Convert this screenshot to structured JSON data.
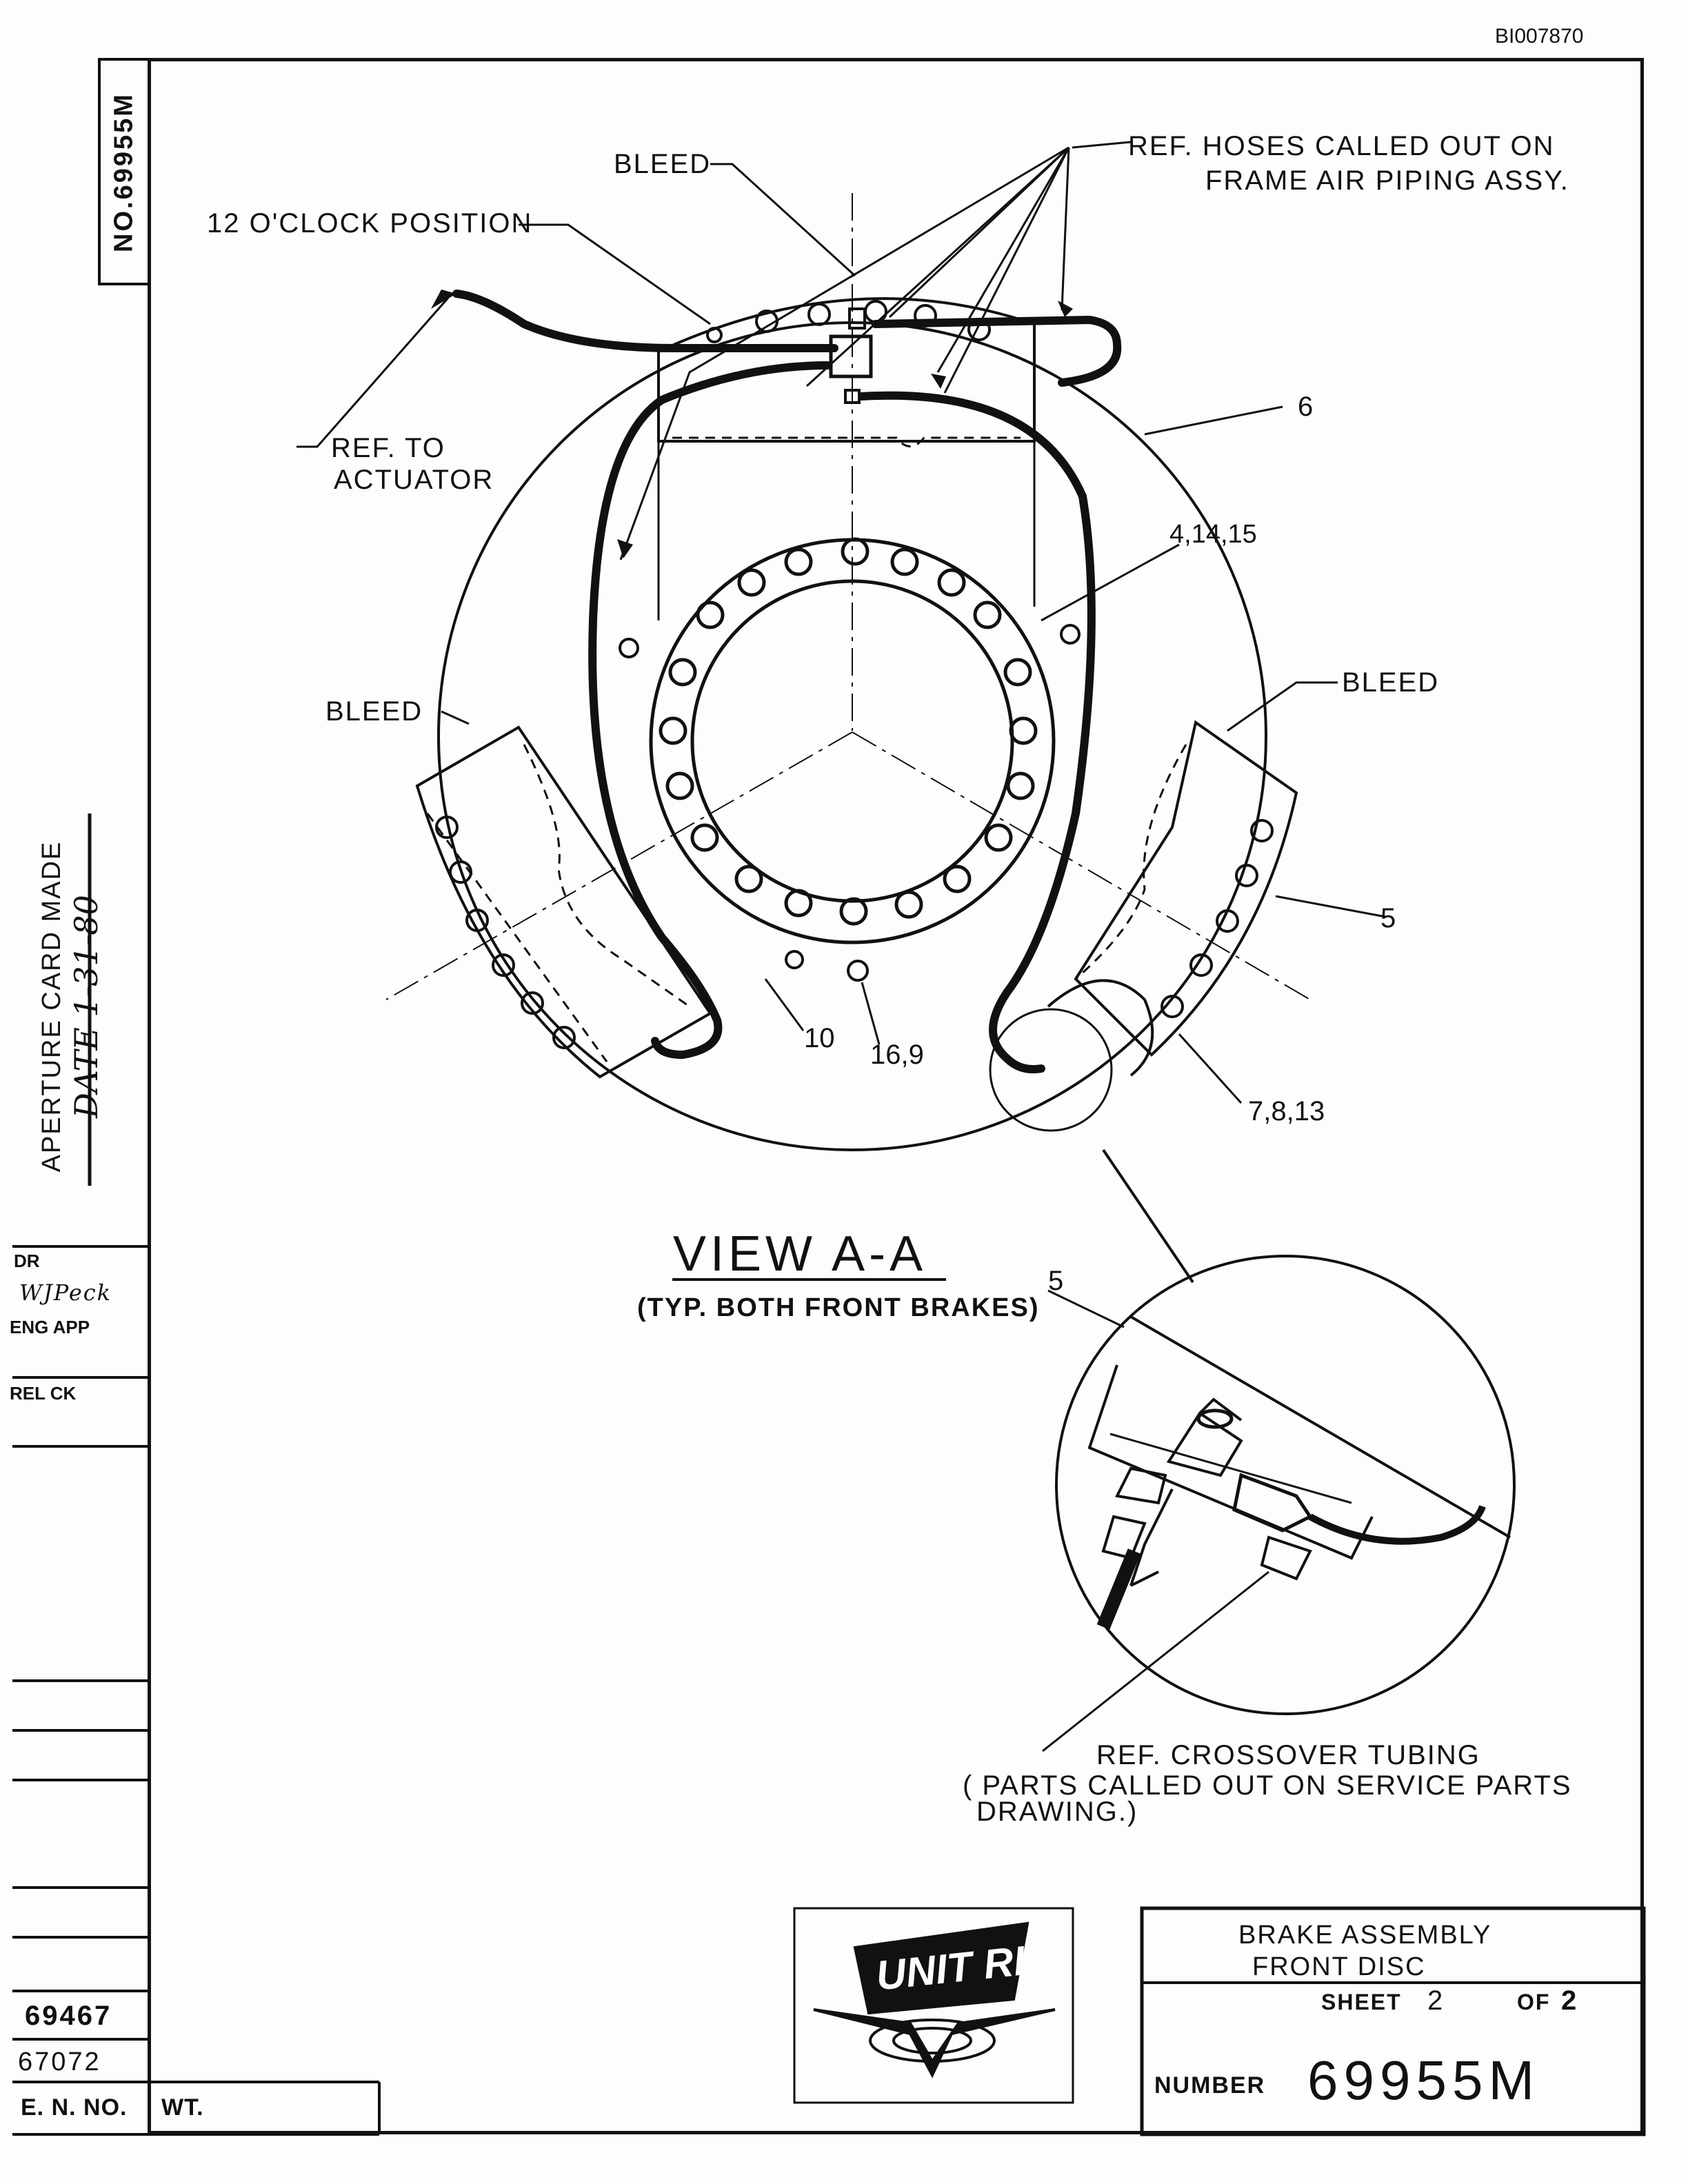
{
  "doc_id": "BI007870",
  "side_number": "NO.69955M",
  "callouts": {
    "bleed_top": "BLEED",
    "twelve_oclock": "12 O'CLOCK POSITION",
    "ref_hoses_1": "REF. HOSES CALLED OUT ON",
    "ref_hoses_2": "FRAME AIR PIPING ASSY.",
    "ref_to": "REF. TO",
    "actuator": "ACTUATOR",
    "part_6": "6",
    "part_4_14_15": "4,14,15",
    "bleed_right": "BLEED",
    "bleed_left": "BLEED",
    "part_5_right": "5",
    "part_10": "10",
    "part_16_9": "16,9",
    "part_7_8_13": "7,8,13",
    "part_5_detail": "5",
    "ref_crossover": "REF. CROSSOVER TUBING",
    "parts_called_1": "( PARTS CALLED OUT ON SERVICE PARTS",
    "parts_called_2": "DRAWING.)"
  },
  "view": {
    "title": "VIEW A-A",
    "subtitle": "(TYP. BOTH FRONT BRAKES)"
  },
  "aperture": {
    "line1": "APERTURE CARD MADE",
    "line2": "DATE 1-31-80"
  },
  "left_block": {
    "dr_label": "DR",
    "dr_name": "WJPeck",
    "eng_app": "ENG APP",
    "rel_ck": "REL CK",
    "en_1": "69467",
    "en_2": "67072",
    "en_no": "E. N. NO.",
    "wt": "WT."
  },
  "logo": {
    "text": "UNIT RIG"
  },
  "title_block": {
    "title_1": "BRAKE ASSEMBLY",
    "title_2": "FRONT DISC",
    "sheet_label": "SHEET",
    "sheet_no": "2",
    "of_label": "OF",
    "of_no": "2",
    "number_label": "NUMBER",
    "number": "69955M"
  }
}
